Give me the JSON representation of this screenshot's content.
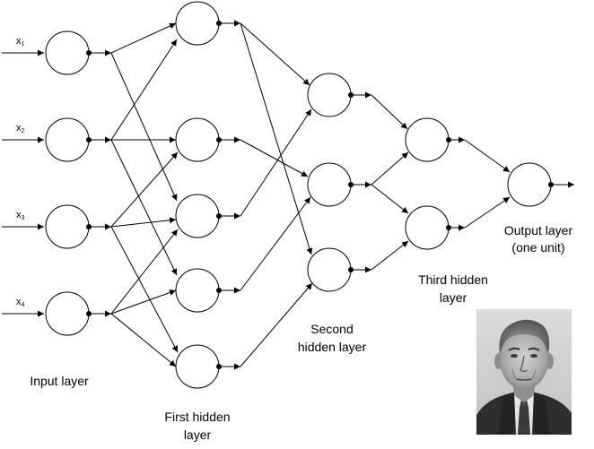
{
  "inputs": [
    {
      "base": "x",
      "sub": "1"
    },
    {
      "base": "x",
      "sub": "2"
    },
    {
      "base": "x",
      "sub": "3"
    },
    {
      "base": "x",
      "sub": "4"
    }
  ],
  "labels": {
    "input_layer": "Input layer",
    "first_hidden_1": "First hidden",
    "first_hidden_2": "layer",
    "second_hidden_1": "Second",
    "second_hidden_2": "hidden layer",
    "third_hidden_1": "Third hidden",
    "third_hidden_2": "layer",
    "output_1": "Output layer",
    "output_2": "(one unit)"
  },
  "photo": {
    "subject": "portrait photograph of an elderly man in suit and tie"
  }
}
